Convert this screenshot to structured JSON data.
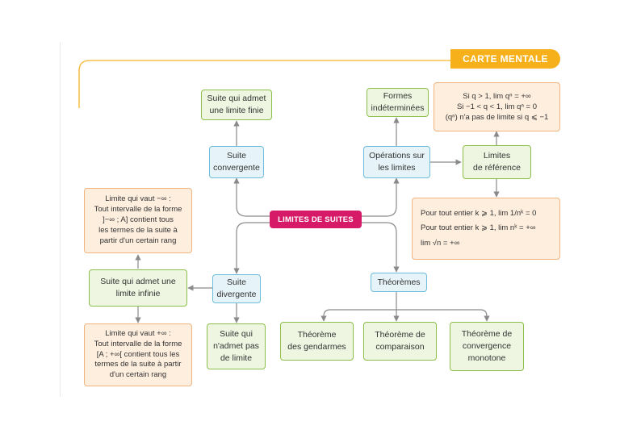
{
  "title_tab": "CARTE MENTALE",
  "center": "LIMITES DE SUITES",
  "nodes": {
    "suite_convergente": "Suite\nconvergente",
    "limite_finie": "Suite qui admet\nune limite finie",
    "operations": "Opérations sur\nles limites",
    "formes_indeterminees": "Formes\nindéterminées",
    "limites_reference": "Limites\nde référence",
    "ref_geometrique": "Si q > 1, lim qⁿ = +∞\nSi −1 < q < 1, lim qⁿ = 0\n(qⁿ) n'a pas de limite si q ⩽ −1",
    "ref_puissances": "Pour tout entier k ⩾ 1, lim 1/nᵏ = 0\nPour tout entier k ⩾ 1, lim nᵏ = +∞\nlim √n = +∞",
    "suite_divergente": "Suite\ndivergente",
    "limite_infinie": "Suite qui admet une\nlimite infinie",
    "limite_moins_infini": "Limite qui vaut −∞ :\nTout intervalle de la forme\n]−∞ ; A] contient tous\nles termes de la suite à\npartir d'un certain rang",
    "limite_plus_infini": "Limite qui vaut +∞ :\nTout intervalle de la forme\n[A ; +∞[ contient tous les\ntermes de la suite à partir\nd'un certain rang",
    "pas_de_limite": "Suite qui\nn'admet pas\nde limite",
    "theoremes": "Théorèmes",
    "gendarmes": "Théorème\ndes gendarmes",
    "comparaison": "Théorème de\ncomparaison",
    "convergence_monotone": "Théorème de\nconvergence\nmonotone"
  },
  "colors": {
    "accent": "#f6b11a",
    "center": "#d61a67",
    "green_border": "#8cbf4a",
    "blue_border": "#6dbedb",
    "orange_border": "#f2b47e",
    "connector": "#8a8a8a"
  }
}
